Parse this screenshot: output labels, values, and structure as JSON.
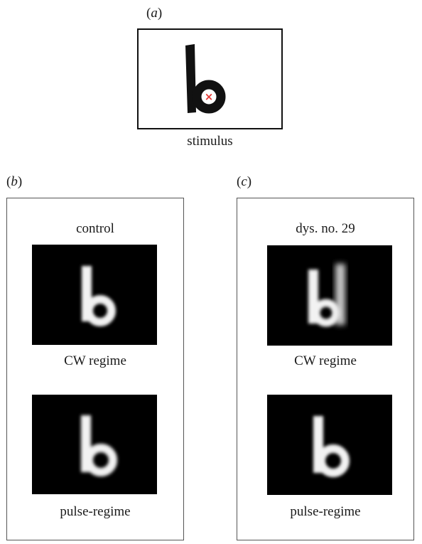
{
  "figure": {
    "panel_a": {
      "label_open": "(",
      "label_letter": "a",
      "label_close": ")",
      "letter": "b",
      "fixation_mark": "×",
      "fixation_color": "#e53935",
      "caption": "stimulus"
    },
    "panel_b": {
      "label_open": "(",
      "label_letter": "b",
      "label_close": ")",
      "title": "control",
      "image_top_caption": "CW regime",
      "image_bottom_caption": "pulse-regime"
    },
    "panel_c": {
      "label_open": "(",
      "label_letter": "c",
      "label_close": ")",
      "title": "dys. no. 29",
      "image_top_caption": "CW regime",
      "image_bottom_caption": "pulse-regime"
    },
    "colors": {
      "image_background": "#000000",
      "letter_percept": "#f2f2f2",
      "stimulus_letter": "#111111"
    }
  }
}
